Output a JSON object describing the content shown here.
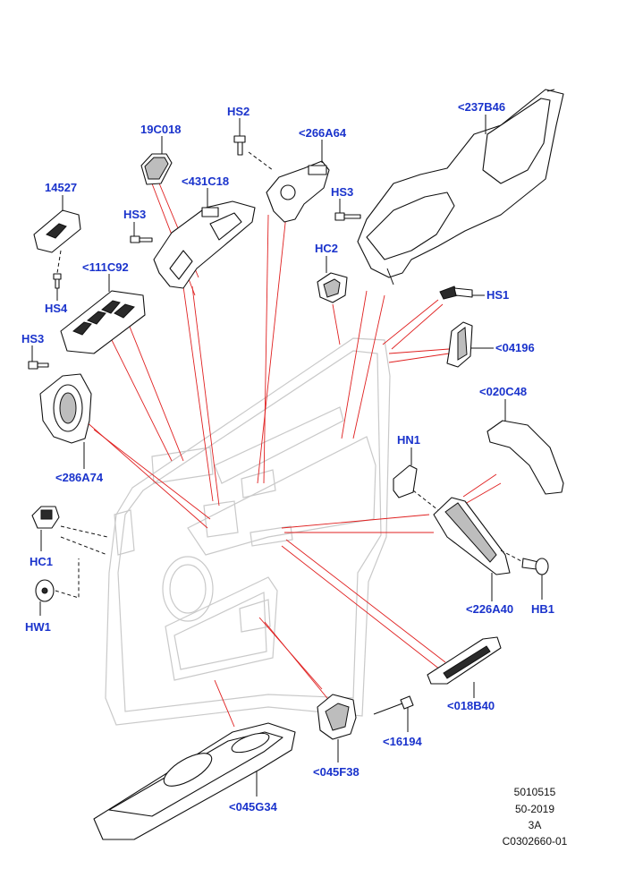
{
  "callouts": {
    "c237B46": "<237B46",
    "c19C018": "19C018",
    "cHS2": "HS2",
    "c266A64": "<266A64",
    "c14527": "14527",
    "c431C18": "<431C18",
    "cHS3_top": "HS3",
    "cHS3_left": "HS3",
    "cHS3_right": "HS3",
    "cHC2": "HC2",
    "c111C92": "<111C92",
    "cHS4": "HS4",
    "cHS1": "HS1",
    "c04196": "<04196",
    "c020C48": "<020C48",
    "cHN1": "HN1",
    "c286A74": "<286A74",
    "cHC1": "HC1",
    "cHW1": "HW1",
    "c226A40": "<226A40",
    "cHB1": "HB1",
    "c018B40": "<018B40",
    "c16194": "<16194",
    "c045F38": "<045F38",
    "c045G34": "<045G34"
  },
  "footer": {
    "line1": "5010515",
    "line2": "50-2019",
    "line3": "3A",
    "line4": "C0302660-01"
  },
  "colors": {
    "callout_text": "#1a33cc",
    "leader_lines": "#e02020",
    "ghost_panel": "#c9c9c9"
  }
}
